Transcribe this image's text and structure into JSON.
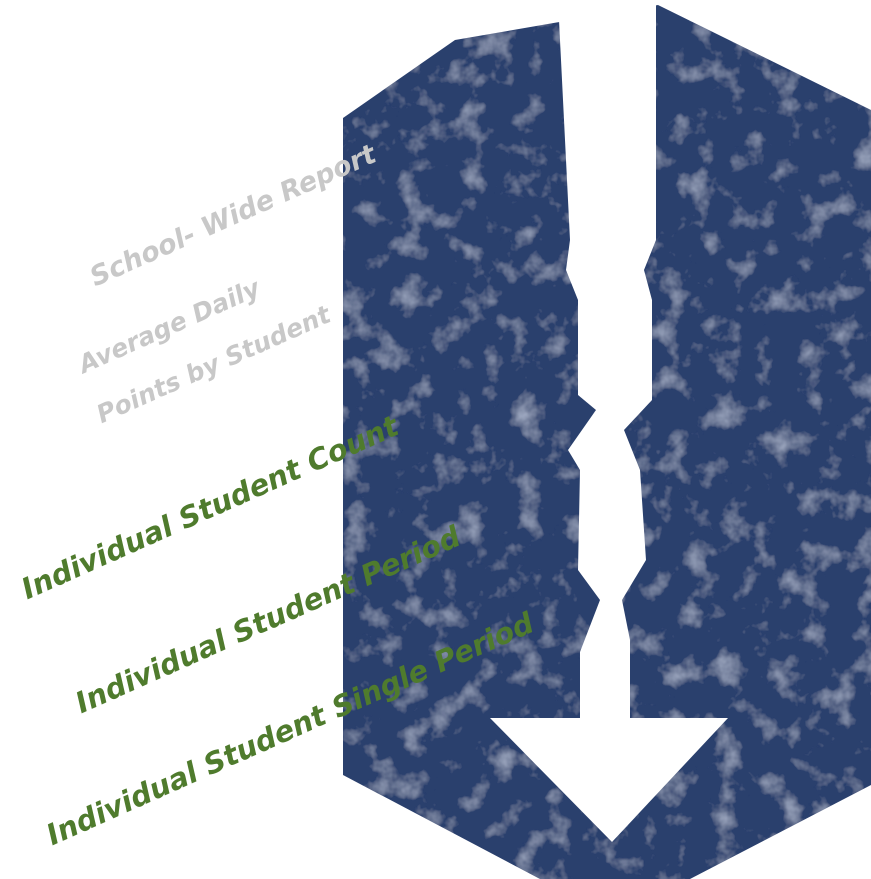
{
  "colors": {
    "background": "#ffffff",
    "panel": "#2b3f6d",
    "panel_dark": "#22345c",
    "arrow": "#ffffff",
    "gray_text": "#c8c8c8",
    "green_text": "#4f7b2d"
  },
  "icons": [
    "down-arrow-icon"
  ],
  "labels": {
    "school_wide": "School- Wide Report",
    "average_daily": "Average Daily",
    "points_by_student": "Points by Student",
    "student_count": "Individual Student Count",
    "student_period": "Individual  Student Period",
    "student_single_period": "Individual Student Single Period"
  }
}
